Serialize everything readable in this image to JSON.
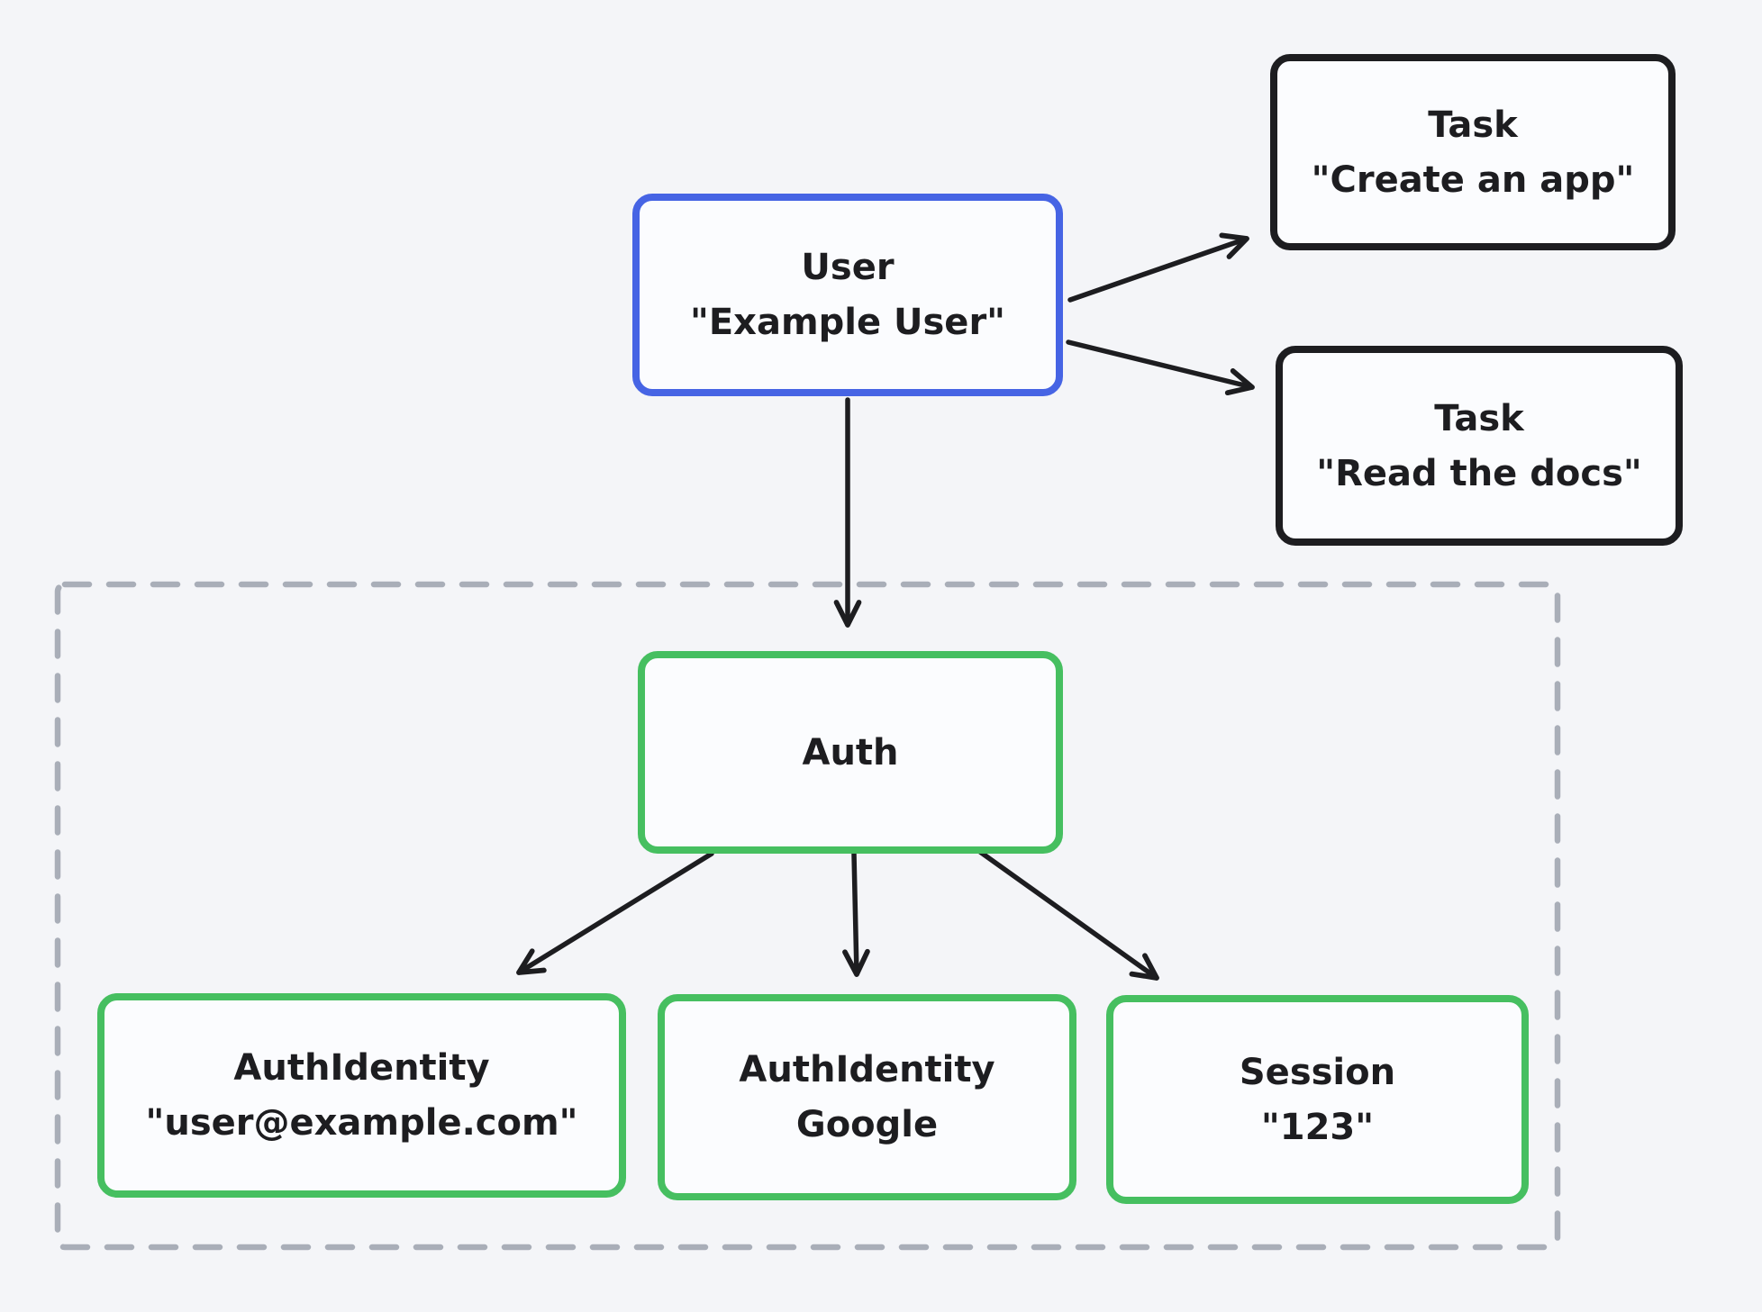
{
  "nodes": {
    "user": {
      "title": "User",
      "subtitle": "\"Example User\""
    },
    "task_create": {
      "title": "Task",
      "subtitle": "\"Create an app\""
    },
    "task_read": {
      "title": "Task",
      "subtitle": "\"Read the docs\""
    },
    "auth": {
      "title": "Auth"
    },
    "auth_identity_email": {
      "title": "AuthIdentity",
      "subtitle": "\"user@example.com\""
    },
    "auth_identity_google": {
      "title": "AuthIdentity",
      "subtitle": "Google"
    },
    "session": {
      "title": "Session",
      "subtitle": "\"123\""
    }
  },
  "edges": [
    {
      "from": "User",
      "to": "Task \"Create an app\""
    },
    {
      "from": "User",
      "to": "Task \"Read the docs\""
    },
    {
      "from": "User",
      "to": "Auth"
    },
    {
      "from": "Auth",
      "to": "AuthIdentity \"user@example.com\""
    },
    {
      "from": "Auth",
      "to": "AuthIdentity Google"
    },
    {
      "from": "Auth",
      "to": "Session \"123\""
    }
  ],
  "colors": {
    "background": "#f4f5f8",
    "node_fill": "#fbfcfe",
    "text": "#1d1d20",
    "user_border": "#4664e4",
    "task_border": "#1d1d20",
    "auth_border": "#46bf60",
    "arrow": "#1d1d20",
    "dashed_container": "#a9aeb8"
  }
}
